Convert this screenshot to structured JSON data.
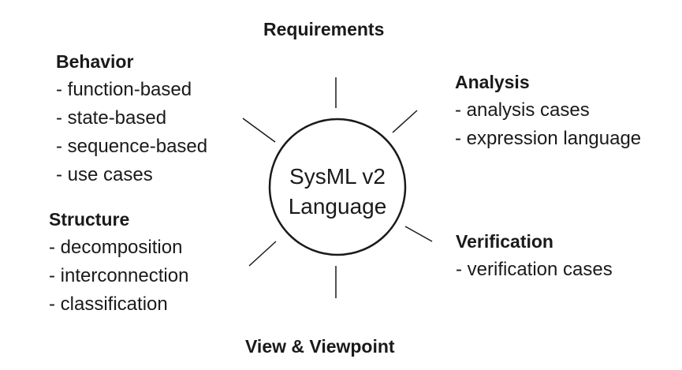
{
  "center": {
    "line1": "SysML v2",
    "line2": "Language"
  },
  "requirements": {
    "title": "Requirements"
  },
  "view": {
    "title": "View & Viewpoint"
  },
  "behavior": {
    "title": "Behavior",
    "items": [
      "- function-based",
      "- state-based",
      "- sequence-based",
      "- use cases"
    ]
  },
  "structure": {
    "title": "Structure",
    "items": [
      "- decomposition",
      "- interconnection",
      "- classification"
    ]
  },
  "analysis": {
    "title": "Analysis",
    "items": [
      "- analysis cases",
      "- expression language"
    ]
  },
  "verification": {
    "title": "Verification",
    "items": [
      "- verification cases"
    ]
  }
}
